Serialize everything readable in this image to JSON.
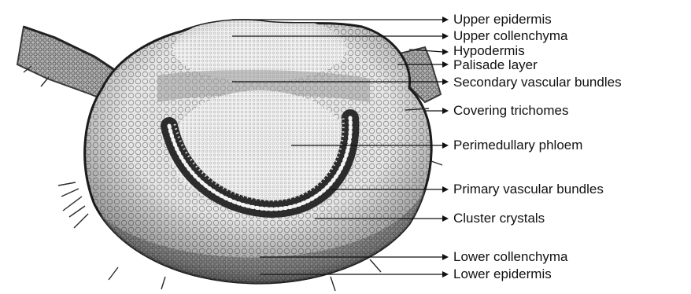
{
  "labels": [
    {
      "id": "upper-epidermis",
      "text": "Upper epidermis"
    },
    {
      "id": "upper-collenchyma",
      "text": "Upper collenchyma"
    },
    {
      "id": "hypodermis",
      "text": "Hypodermis"
    },
    {
      "id": "palisade-layer",
      "text": "Palisade layer"
    },
    {
      "id": "secondary-vascular-bundles",
      "text": "Secondary vascular bundles"
    },
    {
      "id": "covering-trichomes",
      "text": "Covering trichomes"
    },
    {
      "id": "perimedullary-phloem",
      "text": "Perimedullary phloem"
    },
    {
      "id": "primary-vascular-bundles",
      "text": "Primary vascular bundles"
    },
    {
      "id": "cluster-crystals",
      "text": "Cluster crystals"
    },
    {
      "id": "lower-collenchyma",
      "text": "Lower collenchyma"
    },
    {
      "id": "lower-epidermis",
      "text": "Lower epidermis"
    }
  ],
  "colors": {
    "ink": "#111111",
    "tissue_light": "#e9e9e9",
    "tissue_mid": "#bdbdbd",
    "tissue_dark": "#3a3a3a"
  }
}
